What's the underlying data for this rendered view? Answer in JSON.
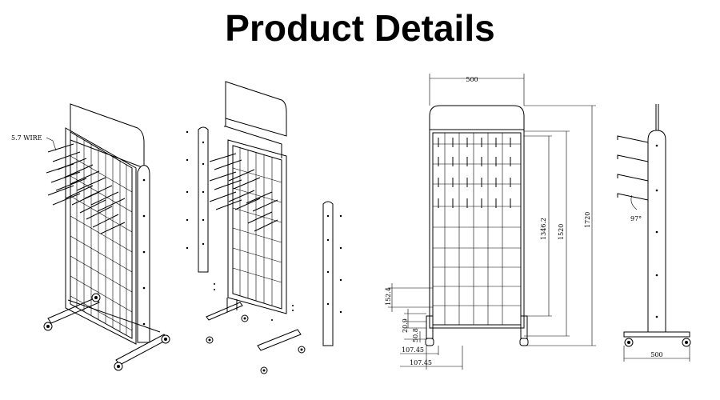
{
  "header": {
    "title": "Product Details"
  },
  "labels": {
    "wire": "5.7 WIRE",
    "width_top": "500",
    "height_mesh": "1346.2",
    "height_frame": "1520",
    "height_total": "1720",
    "dim_152": "152.4",
    "dim_209": "20.9",
    "dim_508": "50.8",
    "dim_10745_a": "107.45",
    "dim_10745_b": "107.45",
    "angle": "97°",
    "width_base": "500"
  }
}
